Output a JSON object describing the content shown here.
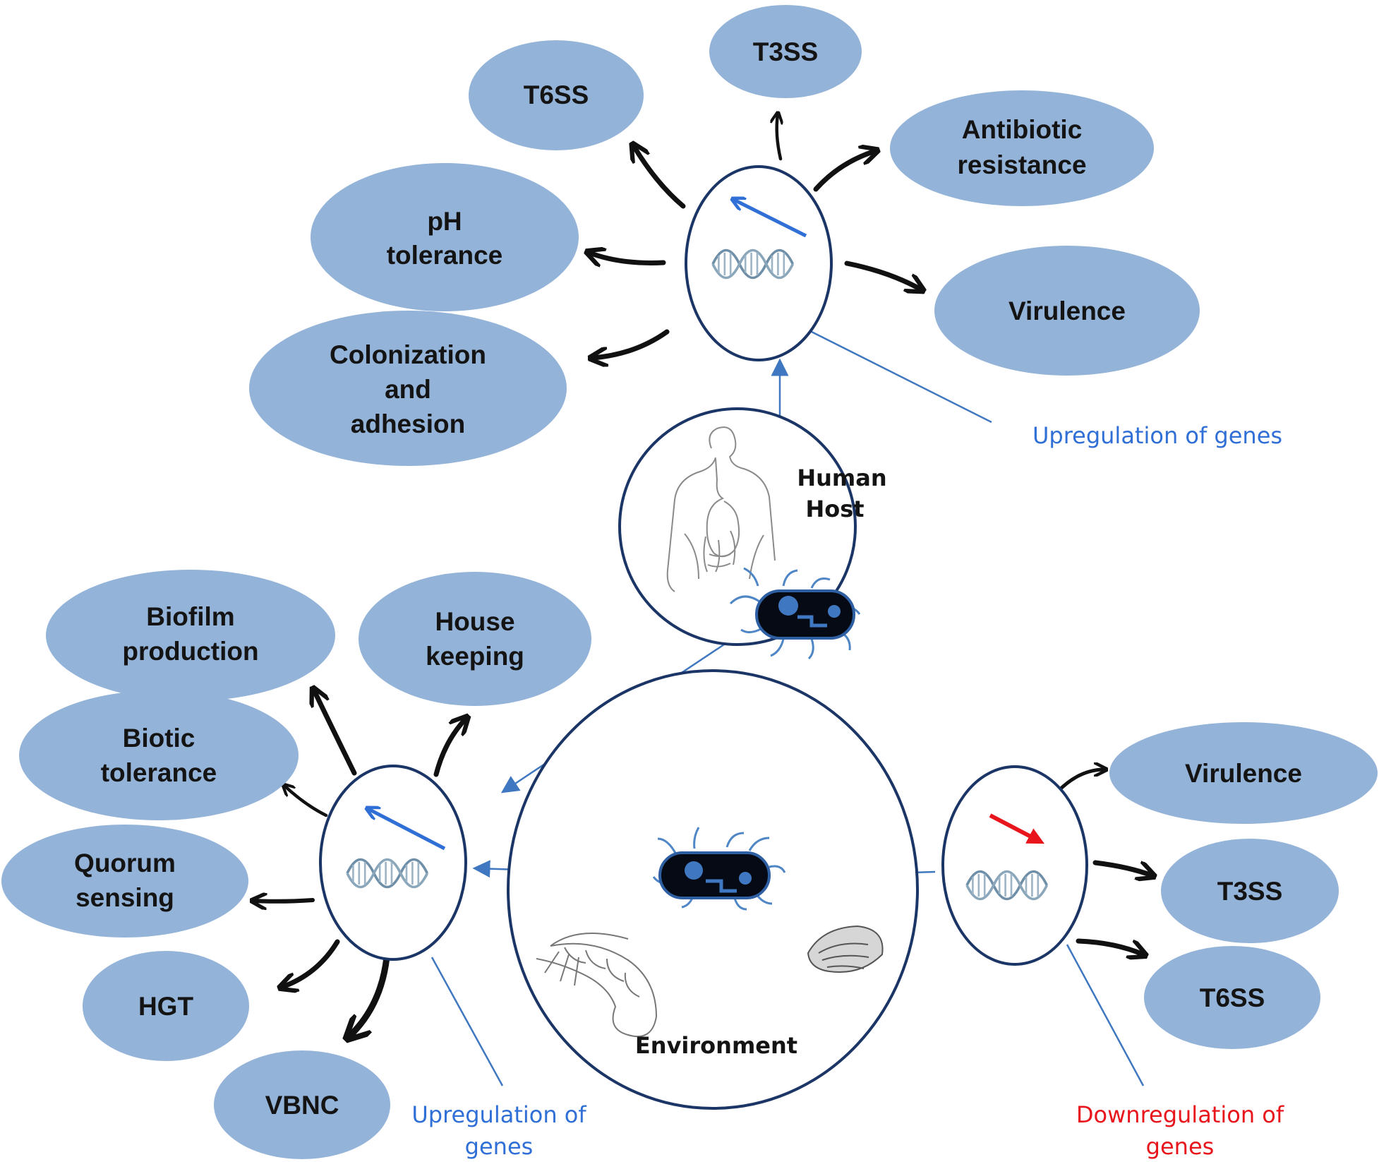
{
  "colors": {
    "ellipse_fill": "#94b3d8",
    "circle_stroke": "#1a3566",
    "upregulation": "#2f6fd6",
    "downregulation": "#e8161c",
    "connector": "#3f78c0",
    "arrow": "#111111"
  },
  "host_node": {
    "label_line1": "Human",
    "label_line2": "Host"
  },
  "environment_node": {
    "label": "Environment"
  },
  "host_cell_outputs": {
    "t6ss": "T6SS",
    "t3ss": "T3SS",
    "antibiotic_line1": "Antibiotic",
    "antibiotic_line2": "resistance",
    "ph_line1": "pH",
    "ph_line2": "tolerance",
    "virulence": "Virulence",
    "colonization_line1": "Colonization",
    "colonization_line2": "and",
    "colonization_line3": "adhesion"
  },
  "env_up_outputs": {
    "biofilm_line1": "Biofilm",
    "biofilm_line2": "production",
    "housekeeping_line1": "House",
    "housekeeping_line2": "keeping",
    "biotic_line1": "Biotic",
    "biotic_line2": "tolerance",
    "quorum_line1": "Quorum",
    "quorum_line2": "sensing",
    "hgt": "HGT",
    "vbnc": "VBNC"
  },
  "env_down_outputs": {
    "virulence": "Virulence",
    "t3ss": "T3SS",
    "t6ss": "T6SS"
  },
  "callouts": {
    "host_upregulation": "Upregulation of genes",
    "env_upregulation_line1": "Upregulation of",
    "env_upregulation_line2": "genes",
    "env_downregulation_line1": "Downregulation of",
    "env_downregulation_line2": "genes"
  },
  "icons": [
    "dna-helix-icon",
    "bacterium-icon",
    "human-body-icon",
    "shrimp-icon",
    "oyster-icon",
    "cycle-arrows-icon",
    "regulation-arrow-icon"
  ]
}
